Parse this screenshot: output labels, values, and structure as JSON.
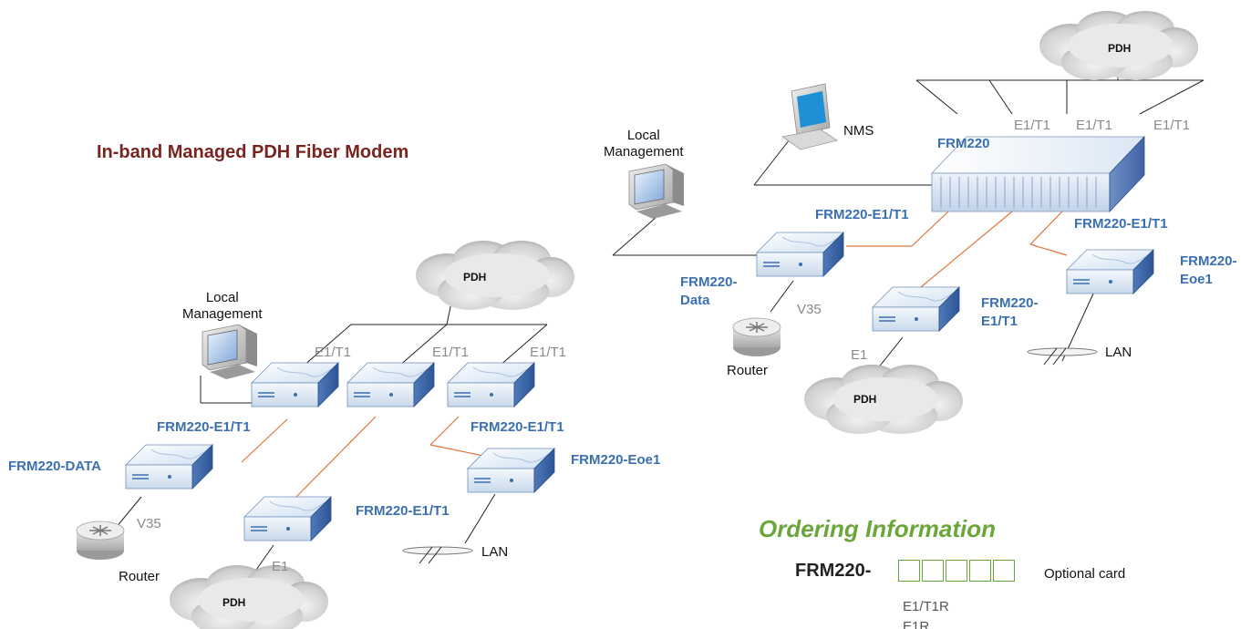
{
  "title": "In-band Managed PDH Fiber Modem",
  "left": {
    "cloud_top": "PDH",
    "cloud_bottom": "PDH",
    "local_management": "Local\nManagement",
    "e1t1_links": [
      "E1/T1",
      "E1/T1",
      "E1/T1"
    ],
    "frm_e1t1_a": "FRM220-E1/T1",
    "frm_e1t1_b": "FRM220-E1/T1",
    "frm_e1t1_c": "FRM220-E1/T1",
    "frm_data": "FRM220-DATA",
    "frm_eoe1": "FRM220-Eoe1",
    "v35": "V35",
    "router": "Router",
    "e1": "E1",
    "lan": "LAN"
  },
  "right": {
    "cloud_top": "PDH",
    "cloud_bottom": "PDH",
    "local_management": "Local\nManagement",
    "nms": "NMS",
    "chassis": "FRM220",
    "e1t1_links": [
      "E1/T1",
      "E1/T1",
      "E1/T1"
    ],
    "frm_e1t1_a": "FRM220-E1/T1",
    "frm_e1t1_b": "FRM220-E1/T1",
    "frm_data": "FRM220-\nData",
    "frm_e1t1_mid": "FRM220-\nE1/T1",
    "frm_eoe1": "FRM220-\nEoe1",
    "v35": "V35",
    "router": "Router",
    "e1": "E1",
    "lan": "LAN"
  },
  "ordering": {
    "title": "Ordering Information",
    "prefix": "FRM220-",
    "box_count": 5,
    "optional_label": "Optional card",
    "options": [
      "E1/T1R",
      "E1R"
    ]
  },
  "colors": {
    "title": "#7a2420",
    "device_label": "#3a6fb0",
    "ordering_title": "#6aa639",
    "fiber_link": "#e0743a",
    "copper_link": "#222222"
  }
}
